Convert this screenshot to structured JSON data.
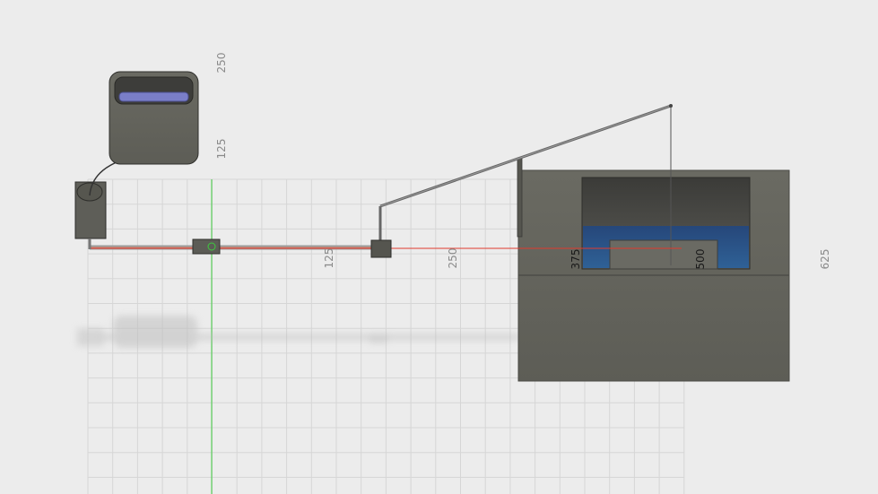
{
  "viewport": {
    "title": "3D model viewport (top view)",
    "background_color": "#ececec",
    "grid_color": "#d8d8d8",
    "origin_axis_color": "#3ecb3e",
    "guide_line_color": "#e03a2e"
  },
  "dimension_labels": {
    "v250": "250",
    "v125": "125",
    "h125": "125",
    "h250": "250",
    "h375": "375",
    "h500": "500",
    "h625": "625"
  },
  "model": {
    "parts": [
      "filter-cartridge",
      "pump-motor",
      "tubing-assembly",
      "inline-valve",
      "bracket-post",
      "diagonal-rod",
      "tank-enclosure",
      "water-reservoir",
      "drop-line"
    ],
    "body_color": "#646459",
    "water_color": "#2d5d8e",
    "filter_inner_color": "#7a7ec8"
  }
}
